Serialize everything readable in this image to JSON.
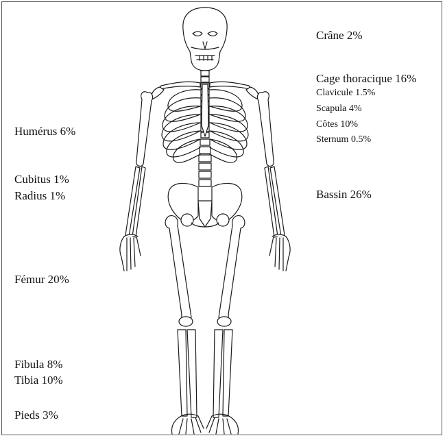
{
  "labels": {
    "crane": "Crâne 2%",
    "cage": "Cage thoracique 16%",
    "clavicule": "Clavicule 1.5%",
    "scapula": "Scapula 4%",
    "cotes": "Côtes 10%",
    "sternum": "Sternum 0.5%",
    "bassin": "Bassin 26%",
    "humerus": "Humérus 6%",
    "cubitus": "Cubitus 1%",
    "radius": "Radius 1%",
    "femur": "Fémur 20%",
    "fibula": "Fibula 8%",
    "tibia": "Tibia 10%",
    "pieds": "Pieds 3%"
  },
  "colors": {
    "stroke": "#1a1a1a",
    "fill": "#ffffff"
  }
}
